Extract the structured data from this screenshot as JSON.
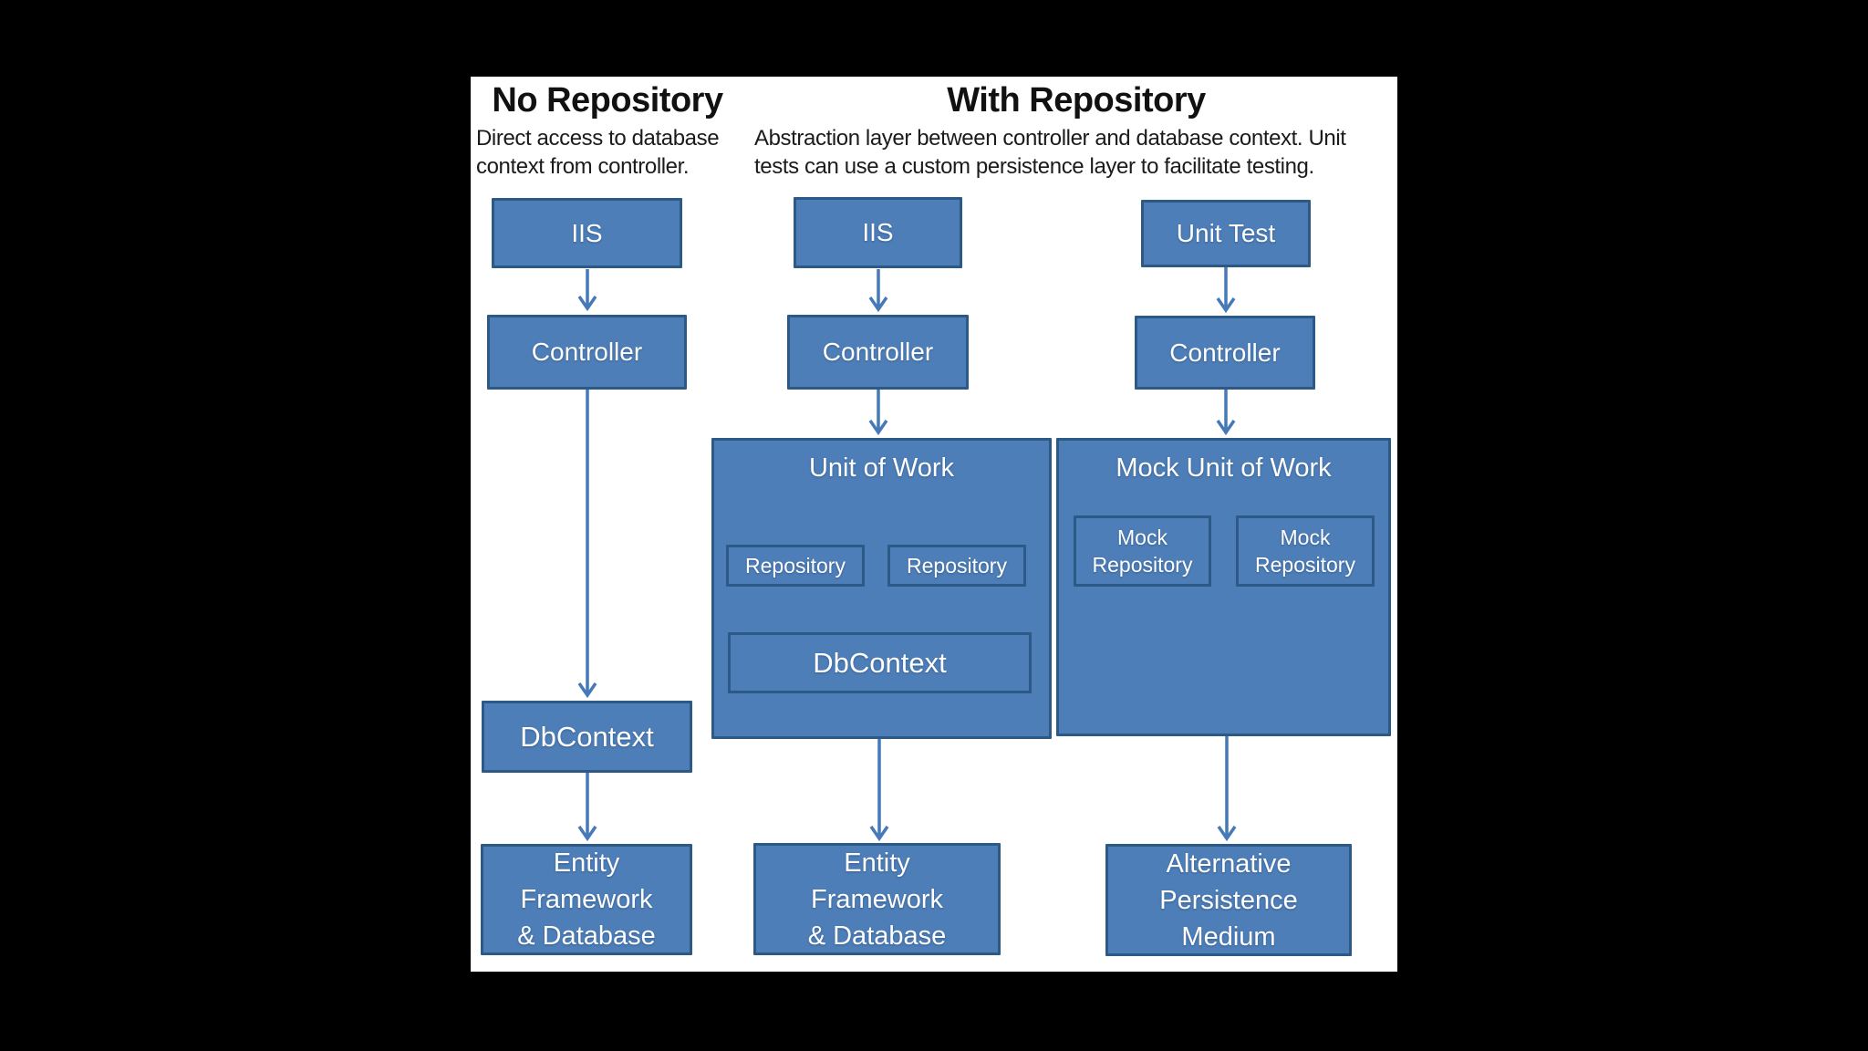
{
  "page": {
    "background": "#000000",
    "canvas_background": "#ffffff"
  },
  "colors": {
    "box_fill": "#4d7eb8",
    "box_border": "#2d5986",
    "arrow": "#4679b8",
    "heading_text": "#111111",
    "box_text": "#ffffff"
  },
  "sections": {
    "no_repository": {
      "title": "No Repository",
      "subtitle_lines": [
        "Direct access to database",
        "context from controller."
      ]
    },
    "with_repository": {
      "title": "With Repository",
      "subtitle_lines": [
        "Abstraction layer between controller and database context. Unit",
        "tests can use a custom persistence layer to facilitate testing."
      ]
    }
  },
  "nodes": {
    "left_iis": {
      "label": "IIS"
    },
    "left_controller": {
      "label": "Controller"
    },
    "left_dbcontext": {
      "label": "DbContext"
    },
    "left_ef_db": {
      "lines": [
        "Entity",
        "Framework",
        "& Database"
      ]
    },
    "mid_iis": {
      "label": "IIS"
    },
    "mid_controller": {
      "label": "Controller"
    },
    "unit_of_work": {
      "label": "Unit of Work"
    },
    "repository_1": {
      "label": "Repository"
    },
    "repository_2": {
      "label": "Repository"
    },
    "inner_dbcontext": {
      "label": "DbContext"
    },
    "mid_ef_db": {
      "lines": [
        "Entity",
        "Framework",
        "& Database"
      ]
    },
    "unit_test": {
      "label": "Unit Test"
    },
    "right_controller": {
      "label": "Controller"
    },
    "mock_unit_of_work": {
      "label": "Mock Unit of Work"
    },
    "mock_repository_1": {
      "lines": [
        "Mock",
        "Repository"
      ]
    },
    "mock_repository_2": {
      "lines": [
        "Mock",
        "Repository"
      ]
    },
    "alt_persistence": {
      "lines": [
        "Alternative",
        "Persistence",
        "Medium"
      ]
    }
  }
}
